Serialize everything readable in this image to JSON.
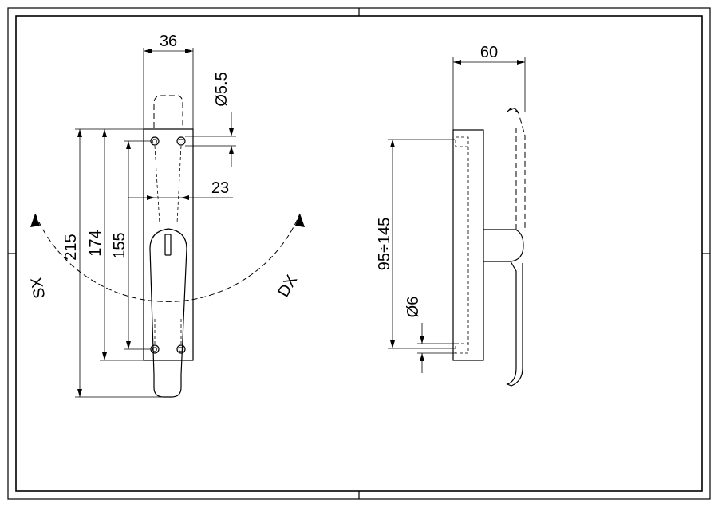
{
  "front_view": {
    "dim_width": "36",
    "dim_hole_diameter": "Ø5.5",
    "dim_offset": "23",
    "dim_total_length": "215",
    "dim_plate_length": "174",
    "dim_hole_spacing": "155",
    "rotation_left": "SX",
    "rotation_right": "DX"
  },
  "side_view": {
    "dim_projection": "60",
    "dim_fixing_range": "95÷145",
    "dim_pin_diameter": "Ø6"
  }
}
